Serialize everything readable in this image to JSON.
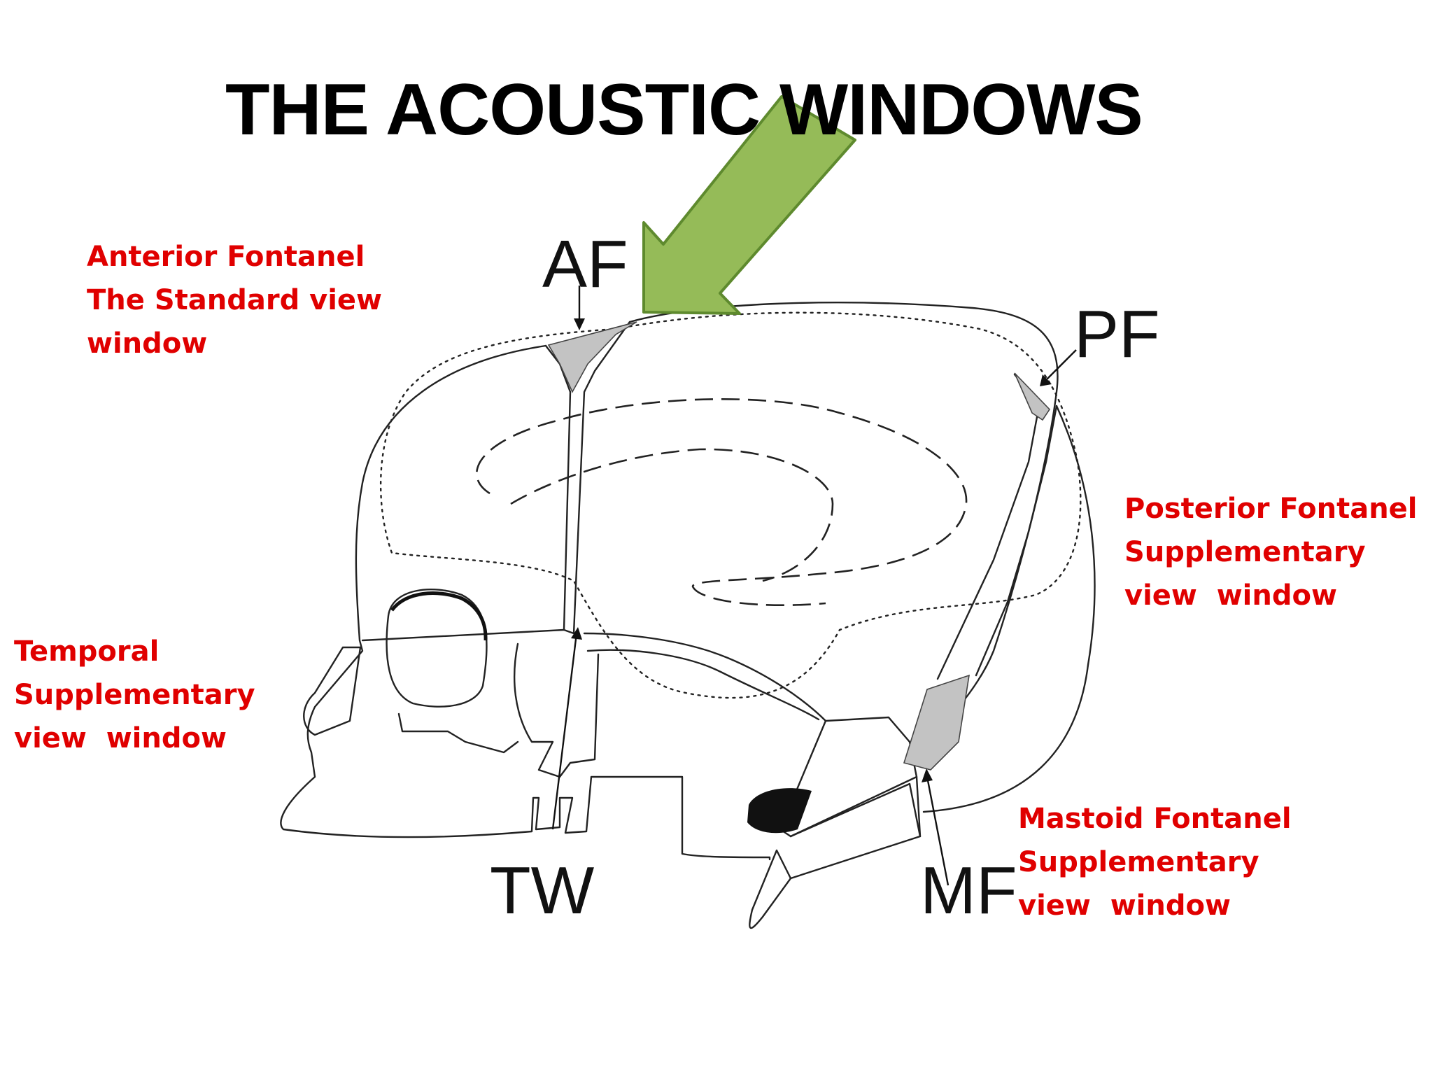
{
  "title": "THE ACOUSTIC WINDOWS",
  "diagram_labels": {
    "af": "AF",
    "pf": "PF",
    "tw": "TW",
    "mf": "MF"
  },
  "notes": {
    "anterior": [
      "Anterior Fontanel",
      "The Standard view",
      "window"
    ],
    "posterior": [
      "Posterior Fontanel",
      "Supplementary",
      "view  window"
    ],
    "temporal": [
      "Temporal",
      "Supplementary",
      "view  window"
    ],
    "mastoid": [
      "Mastoid Fontanel",
      "Supplementary",
      "view  window"
    ]
  },
  "colors": {
    "title": "#000000",
    "notes": "#e00000",
    "arrow_fill": "#95bb58",
    "arrow_stroke": "#5e8a2e",
    "fontanel_fill": "#c3c3c3"
  }
}
